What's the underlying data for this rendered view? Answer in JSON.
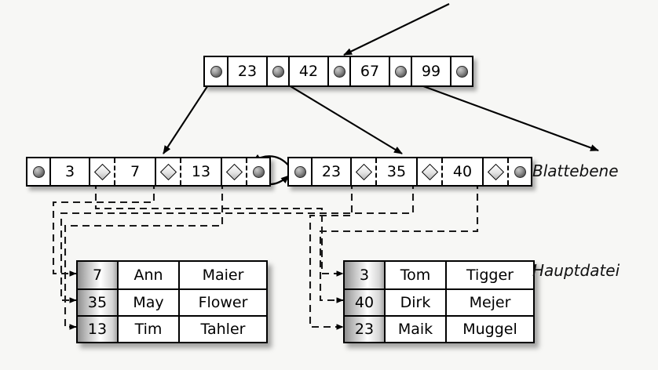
{
  "diagram": {
    "title_labels": {
      "leaf_level": "Blattebene",
      "main_file": "Hauptdatei"
    },
    "root_node": {
      "name": "root-index-node",
      "cells": [
        {
          "type": "pointer",
          "icon": "ball-pointer-icon",
          "value": ""
        },
        {
          "type": "key",
          "value": "23"
        },
        {
          "type": "pointer",
          "icon": "ball-pointer-icon",
          "value": ""
        },
        {
          "type": "key",
          "value": "42"
        },
        {
          "type": "pointer",
          "icon": "ball-pointer-icon",
          "value": ""
        },
        {
          "type": "key",
          "value": "67"
        },
        {
          "type": "pointer",
          "icon": "ball-pointer-icon",
          "value": ""
        },
        {
          "type": "key",
          "value": "99"
        },
        {
          "type": "pointer",
          "icon": "ball-pointer-icon",
          "value": ""
        }
      ]
    },
    "leaf_left": {
      "name": "leaf-node-left",
      "cells": [
        {
          "type": "pointer",
          "icon": "ball-pointer-icon",
          "value": ""
        },
        {
          "type": "key",
          "value": "3"
        },
        {
          "type": "record",
          "icon": "diamond-pointer-icon",
          "value": ""
        },
        {
          "type": "key",
          "value": "7"
        },
        {
          "type": "record",
          "icon": "diamond-pointer-icon",
          "value": ""
        },
        {
          "type": "key",
          "value": "13"
        },
        {
          "type": "record",
          "icon": "diamond-pointer-icon",
          "value": ""
        },
        {
          "type": "pointer",
          "icon": "ball-pointer-icon",
          "value": ""
        }
      ]
    },
    "leaf_right": {
      "name": "leaf-node-right",
      "cells": [
        {
          "type": "pointer",
          "icon": "ball-pointer-icon",
          "value": ""
        },
        {
          "type": "key",
          "value": "23"
        },
        {
          "type": "record",
          "icon": "diamond-pointer-icon",
          "value": ""
        },
        {
          "type": "key",
          "value": "35"
        },
        {
          "type": "record",
          "icon": "diamond-pointer-icon",
          "value": ""
        },
        {
          "type": "key",
          "value": "40"
        },
        {
          "type": "record",
          "icon": "diamond-pointer-icon",
          "value": ""
        },
        {
          "type": "pointer",
          "icon": "ball-pointer-icon",
          "value": ""
        }
      ]
    },
    "table_left": {
      "name": "main-file-table-left",
      "rows": [
        {
          "key": "7",
          "first": "Ann",
          "last": "Maier"
        },
        {
          "key": "35",
          "first": "May",
          "last": "Flower"
        },
        {
          "key": "13",
          "first": "Tim",
          "last": "Tahler"
        }
      ]
    },
    "table_right": {
      "name": "main-file-table-right",
      "rows": [
        {
          "key": "3",
          "first": "Tom",
          "last": "Tigger"
        },
        {
          "key": "40",
          "first": "Dirk",
          "last": "Mejer"
        },
        {
          "key": "23",
          "first": "Maik",
          "last": "Muggel"
        }
      ]
    },
    "colors": {
      "background": "#f7f7f5",
      "stroke": "#000000",
      "node_fill": "#ffffff",
      "key_gradient_dark": "#8e8e8e",
      "key_gradient_light": "#ffffff"
    }
  }
}
